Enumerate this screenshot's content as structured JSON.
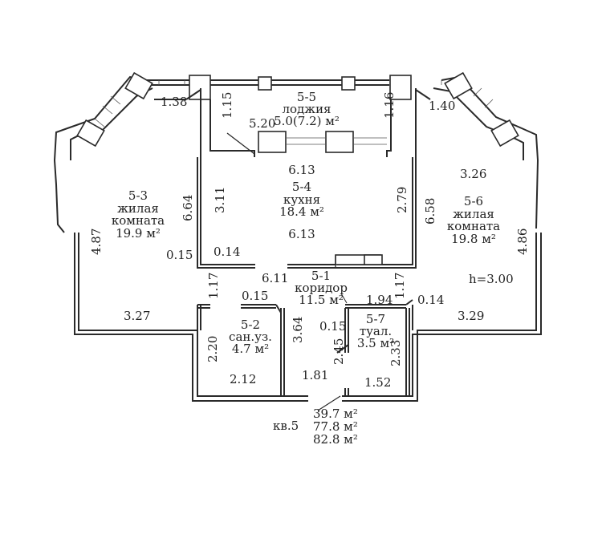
{
  "apartment": "кв.5",
  "totals": [
    "39.7 м²",
    "77.8 м²",
    "82.8 м²"
  ],
  "height": "h=3.00",
  "rooms": [
    {
      "id": "5-5",
      "name": "лоджия",
      "area": "5.0(7.2) м²"
    },
    {
      "id": "5-4",
      "name": "кухня",
      "area": "18.4 м²"
    },
    {
      "id": "5-3",
      "name1": "жилая",
      "name2": "комната",
      "area": "19.9 м²"
    },
    {
      "id": "5-6",
      "name1": "жилая",
      "name2": "комната",
      "area": "19.8 м²"
    },
    {
      "id": "5-1",
      "name": "коридор",
      "area": "11.5 м²"
    },
    {
      "id": "5-2",
      "name": "сан.уз.",
      "area": "4.7 м²"
    },
    {
      "id": "5-7",
      "name": "туал.",
      "area": "3.5 м²"
    }
  ],
  "dims": {
    "d138": "1.38",
    "d115": "1.15",
    "d520": "5.20",
    "d116": "1.16",
    "d140": "1.40",
    "d613a": "6.13",
    "d326": "3.26",
    "d664": "6.64",
    "d311": "3.11",
    "d279": "2.79",
    "d658": "6.58",
    "d487": "4.87",
    "d486": "4.86",
    "d613b": "6.13",
    "d015a": "0.15",
    "d014a": "0.14",
    "d611": "6.11",
    "d117a": "1.17",
    "d117b": "1.17",
    "d015b": "0.15",
    "d194": "1.94",
    "d014b": "0.14",
    "d327": "3.27",
    "d329": "3.29",
    "d364": "3.64",
    "d015c": "0.15",
    "d245": "2.45",
    "d233": "2.33",
    "d220": "2.20",
    "d212": "2.12",
    "d181": "1.81",
    "d152": "1.52"
  }
}
